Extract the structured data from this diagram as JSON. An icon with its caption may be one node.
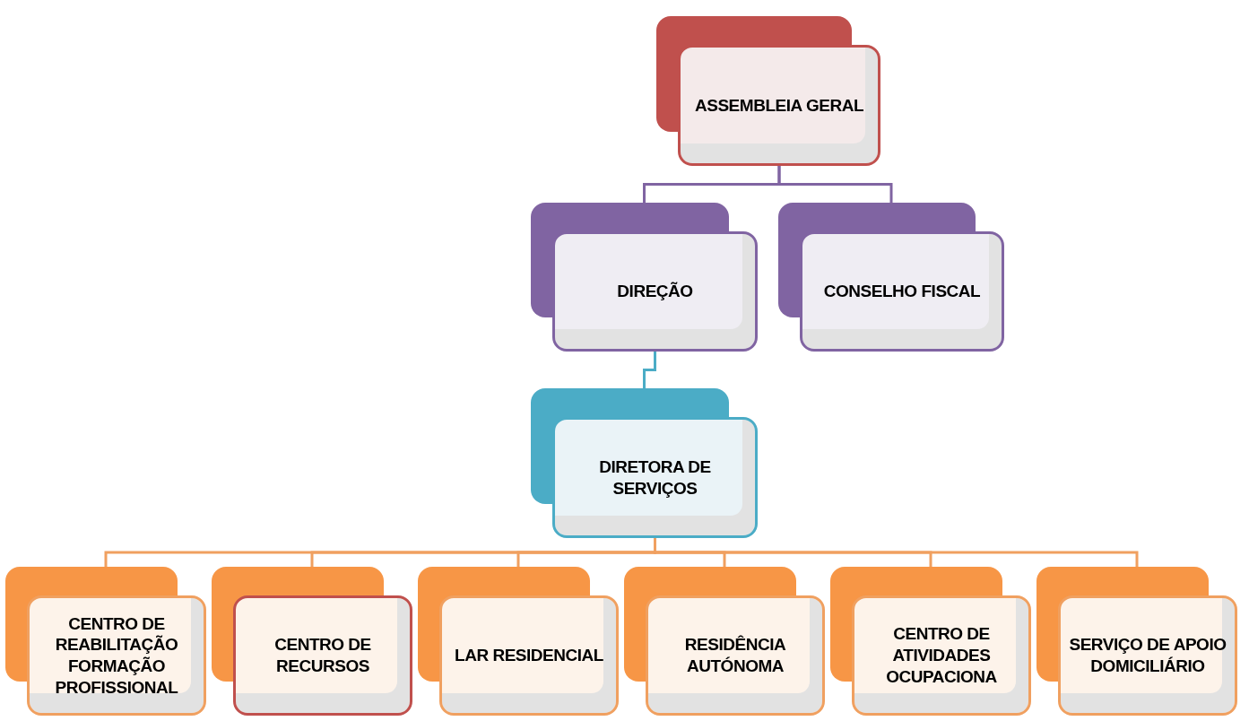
{
  "diagram": {
    "nodes": [
      {
        "text": [
          "ASSEMBLEIA GERAL"
        ]
      },
      {
        "text": [
          "DIREÇÃO"
        ]
      },
      {
        "text": [
          "CONSELHO FISCAL"
        ]
      },
      {
        "text": [
          "DIRETORA DE SERVIÇOS"
        ]
      },
      {
        "text": [
          "CENTRO DE REABILITAÇÃO FORMAÇÃO PROFISSIONAL"
        ]
      },
      {
        "text": [
          "CENTRO DE RECURSOS"
        ]
      },
      {
        "text": [
          "LAR RESIDENCIAL"
        ]
      },
      {
        "text": [
          "RESIDÊNCIA AUTÓNOMA"
        ]
      },
      {
        "text": [
          "CENTRO DE ATIVIDADES OCUPACIONA"
        ]
      },
      {
        "text": [
          "SERVIÇO DE APOIO DOMICILIÁRIO"
        ]
      }
    ],
    "edges": [
      {
        "from": 0,
        "to": 1,
        "arrow": "none",
        "color": "#8064a2"
      },
      {
        "from": 0,
        "to": 2,
        "arrow": "none",
        "color": "#8064a2"
      },
      {
        "from": 1,
        "to": 3,
        "arrow": "none",
        "color": "#4bacc6"
      },
      {
        "from": 3,
        "to": 4,
        "arrow": "none"
      },
      {
        "from": 3,
        "to": 5,
        "arrow": "none"
      },
      {
        "from": 3,
        "to": 6,
        "arrow": "none"
      },
      {
        "from": 3,
        "to": 7,
        "arrow": "none"
      },
      {
        "from": 3,
        "to": 8,
        "arrow": "none"
      },
      {
        "from": 3,
        "to": 9,
        "arrow": "none"
      }
    ]
  }
}
